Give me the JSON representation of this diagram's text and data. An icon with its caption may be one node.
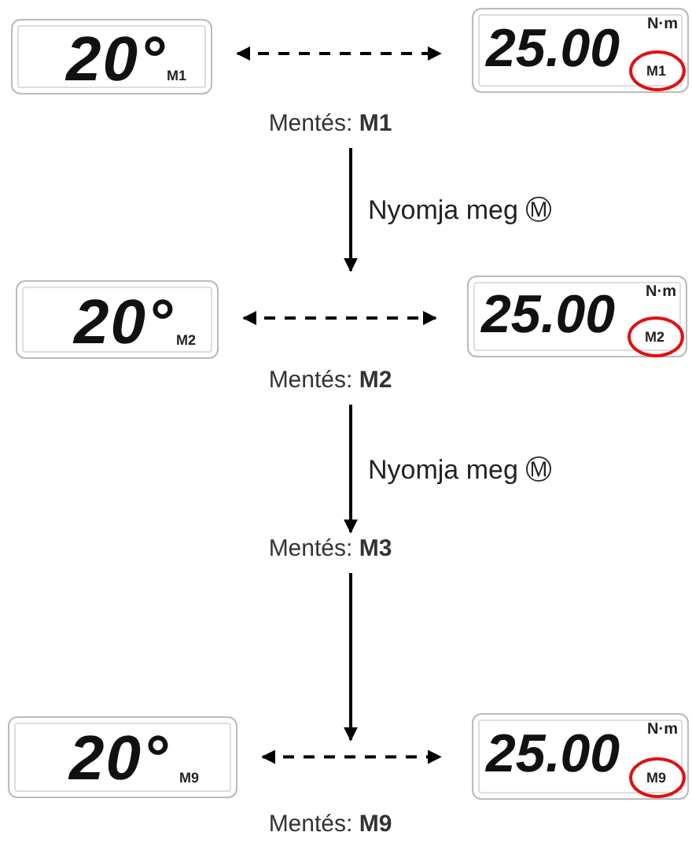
{
  "diagram": {
    "nodes": [
      {
        "text": [
          "20°",
          "M1"
        ]
      },
      {
        "text": [
          "N·m",
          "25.00",
          "M1"
        ]
      },
      {
        "text": [
          "Mentés: **M1**"
        ]
      },
      {
        "text": [
          "20°",
          "M2"
        ]
      },
      {
        "text": [
          "N·m",
          "25.00",
          "M2"
        ]
      },
      {
        "text": [
          "Mentés: **M2**"
        ]
      },
      {
        "text": [
          "Mentés: **M3**"
        ]
      },
      {
        "text": [
          "20°",
          "M9"
        ]
      },
      {
        "text": [
          "N·m",
          "25.00",
          "M9"
        ]
      },
      {
        "text": [
          "Mentés: **M9**"
        ]
      }
    ],
    "edges": [
      {
        "from": 0,
        "to": 1,
        "arrow": "both",
        "style": "dashed"
      },
      {
        "from": 2,
        "to": null,
        "arrow": "to",
        "label": "Nyomja meg Ⓜ"
      },
      {
        "from": 3,
        "to": 4,
        "arrow": "both",
        "style": "dashed"
      },
      {
        "from": 5,
        "to": 6,
        "arrow": "to",
        "label": "Nyomja meg Ⓜ"
      },
      {
        "from": 6,
        "to": null,
        "arrow": "to"
      },
      {
        "from": 7,
        "to": 8,
        "arrow": "both",
        "style": "dashed"
      }
    ]
  }
}
